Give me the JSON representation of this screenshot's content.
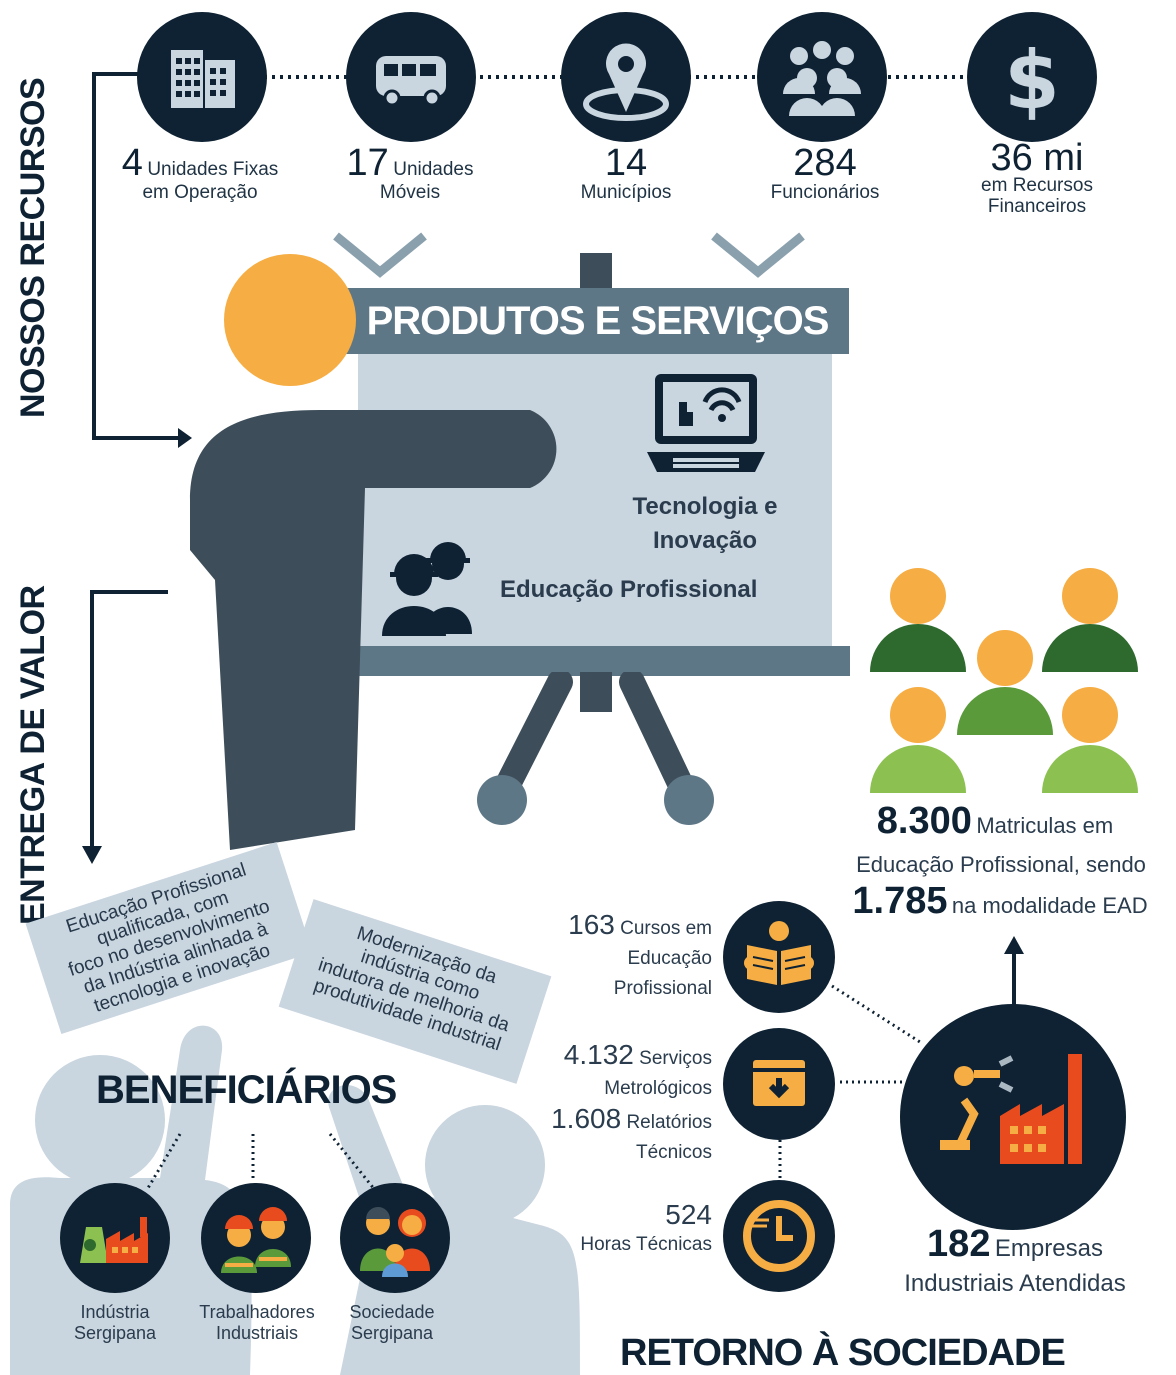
{
  "side_titles": {
    "resources": "NOSSOS RECURSOS",
    "delivery": "ENTREGA DE VALOR"
  },
  "resources": [
    {
      "icon": "buildings-icon",
      "number": "4",
      "line1": "Unidades Fixas",
      "line2": "em Operação"
    },
    {
      "icon": "bus-icon",
      "number": "17",
      "line1": "Unidades",
      "line2": "Móveis"
    },
    {
      "icon": "map-pin-icon",
      "number": "14",
      "line1": "Municípios",
      "line2": ""
    },
    {
      "icon": "people-group-icon",
      "number": "284",
      "line1": "Funcionários",
      "line2": ""
    },
    {
      "icon": "dollar-icon",
      "number": "36 mi",
      "line1": "em Recursos",
      "line2": "Financeiros"
    }
  ],
  "board": {
    "title": "PRODUTOS E SERVIÇOS",
    "tech_line1": "Tecnologia e",
    "tech_line2": "Inovação",
    "education": "Educação Profissional"
  },
  "enrollment": {
    "number1": "8.300",
    "text1": "Matriculas em",
    "text2": "Educação Profissional, sendo",
    "number2": "1.785",
    "text3": "na modalidade EAD"
  },
  "cards": {
    "card1": [
      "Educação Profissional",
      "qualificada, com",
      "foco no desenvolvimento",
      "da Indústria alinhada à",
      "tecnologia e inovação"
    ],
    "card2": [
      "Modernização da",
      "indústria como",
      "indutora de melhoria da",
      "produtividade industrial"
    ]
  },
  "beneficiaries": {
    "title": "BENEFICIÁRIOS",
    "items": [
      {
        "icon": "industry-plant-icon",
        "line1": "Indústria",
        "line2": "Sergipana"
      },
      {
        "icon": "workers-icon",
        "line1": "Trabalhadores",
        "line2": "Industriais"
      },
      {
        "icon": "family-icon",
        "line1": "Sociedade",
        "line2": "Sergipana"
      }
    ]
  },
  "services": [
    {
      "icon": "reading-book-icon",
      "number": "163",
      "line1": "Cursos em",
      "line2": "Educação",
      "line3": "Profissional"
    },
    {
      "icon": "download-box-icon",
      "number": "4.132",
      "line1": "Serviços",
      "line2": "Metrológicos",
      "number2": "1.608",
      "line3": "Relatórios",
      "line4": "Técnicos"
    },
    {
      "icon": "clock-icon",
      "number": "524",
      "line1": "Horas Técnicas"
    }
  ],
  "companies": {
    "icon": "factory-robot-icon",
    "number": "182",
    "line1": "Empresas",
    "line2": "Industriais Atendidas"
  },
  "footer_title": "RETORNO À SOCIEDADE",
  "colors": {
    "navy": "#0e2233",
    "slate": "#5e7787",
    "board": "#c9d5df",
    "orange": "#f6ad43",
    "green_dark": "#2e6a2e",
    "green_mid": "#5a9a3a",
    "green_light": "#8cc152"
  }
}
